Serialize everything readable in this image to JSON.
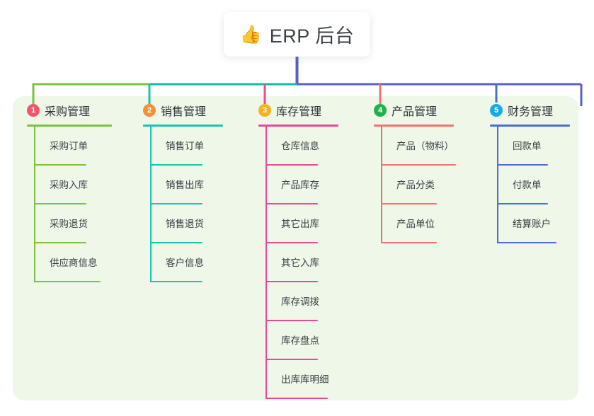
{
  "root": {
    "icon": "thumbs-up-emoji",
    "emoji": "👍",
    "title": "ERP 后台"
  },
  "colors": {
    "panel_background": "#EEF7E8",
    "page_background": "#FFFFFF",
    "card_background": "#FFFFFF",
    "text": "#3A4047",
    "root_stem": "#5B5FC7",
    "bus_left": "#7CC242",
    "bus_mid": "#12BCA0",
    "bus_right": "#5B5FC7"
  },
  "columns": [
    {
      "index": "1",
      "title": "采购管理",
      "badge_color": "#F2566A",
      "line_color": "#7CC242",
      "underline_width": 120,
      "items": [
        {
          "label": "采购订单",
          "underline_width": 74
        },
        {
          "label": "采购入库",
          "underline_width": 74
        },
        {
          "label": "采购退货",
          "underline_width": 74
        },
        {
          "label": "供应商信息",
          "underline_width": 94
        }
      ]
    },
    {
      "index": "2",
      "title": "销售管理",
      "badge_color": "#F0913A",
      "line_color": "#19C3AE",
      "underline_width": 113,
      "items": [
        {
          "label": "销售订单",
          "underline_width": 74
        },
        {
          "label": "销售出库",
          "underline_width": 74
        },
        {
          "label": "销售退货",
          "underline_width": 74
        },
        {
          "label": "客户信息",
          "underline_width": 74
        }
      ]
    },
    {
      "index": "3",
      "title": "库存管理",
      "badge_color": "#F5B324",
      "line_color": "#EC4899",
      "underline_width": 113,
      "items": [
        {
          "label": "仓库信息",
          "underline_width": 74
        },
        {
          "label": "产品库存",
          "underline_width": 74
        },
        {
          "label": "其它出库",
          "underline_width": 74
        },
        {
          "label": "其它入库",
          "underline_width": 74
        },
        {
          "label": "库存调拨",
          "underline_width": 74
        },
        {
          "label": "库存盘点",
          "underline_width": 74
        },
        {
          "label": "出库库明细",
          "underline_width": 88
        }
      ]
    },
    {
      "index": "4",
      "title": "产品管理",
      "badge_color": "#22B14C",
      "line_color": "#F4706C",
      "underline_width": 113,
      "items": [
        {
          "label": "产品（物料）",
          "underline_width": 106
        },
        {
          "label": "产品分类",
          "underline_width": 79
        },
        {
          "label": "产品单位",
          "underline_width": 79
        }
      ]
    },
    {
      "index": "5",
      "title": "财务管理",
      "badge_color": "#17ABE3",
      "line_color": "#4A6FD0",
      "underline_width": 113,
      "items": [
        {
          "label": "回款单",
          "underline_width": 72
        },
        {
          "label": "付款单",
          "underline_width": 72
        },
        {
          "label": "结算账户",
          "underline_width": 84
        }
      ]
    }
  ]
}
